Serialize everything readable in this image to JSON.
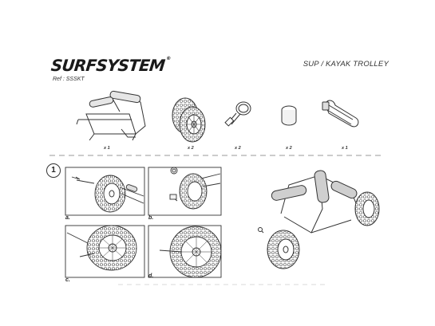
{
  "header": {
    "brand": "SURFSYSTEM",
    "brand_mark": "®",
    "ref": "Ref : SSSKT",
    "product_title": "SUP / KAYAK TROLLEY"
  },
  "parts": [
    {
      "name": "trolley-frame",
      "qty": "x 1"
    },
    {
      "name": "wheel",
      "qty": "x 2"
    },
    {
      "name": "locking-pin",
      "qty": "x 2"
    },
    {
      "name": "end-cap",
      "qty": "x 2"
    },
    {
      "name": "strap",
      "qty": "x 1"
    }
  ],
  "step": {
    "number": "1",
    "panels": [
      {
        "label": "a."
      },
      {
        "label": "b."
      },
      {
        "label": "c."
      },
      {
        "label": "d."
      }
    ]
  }
}
